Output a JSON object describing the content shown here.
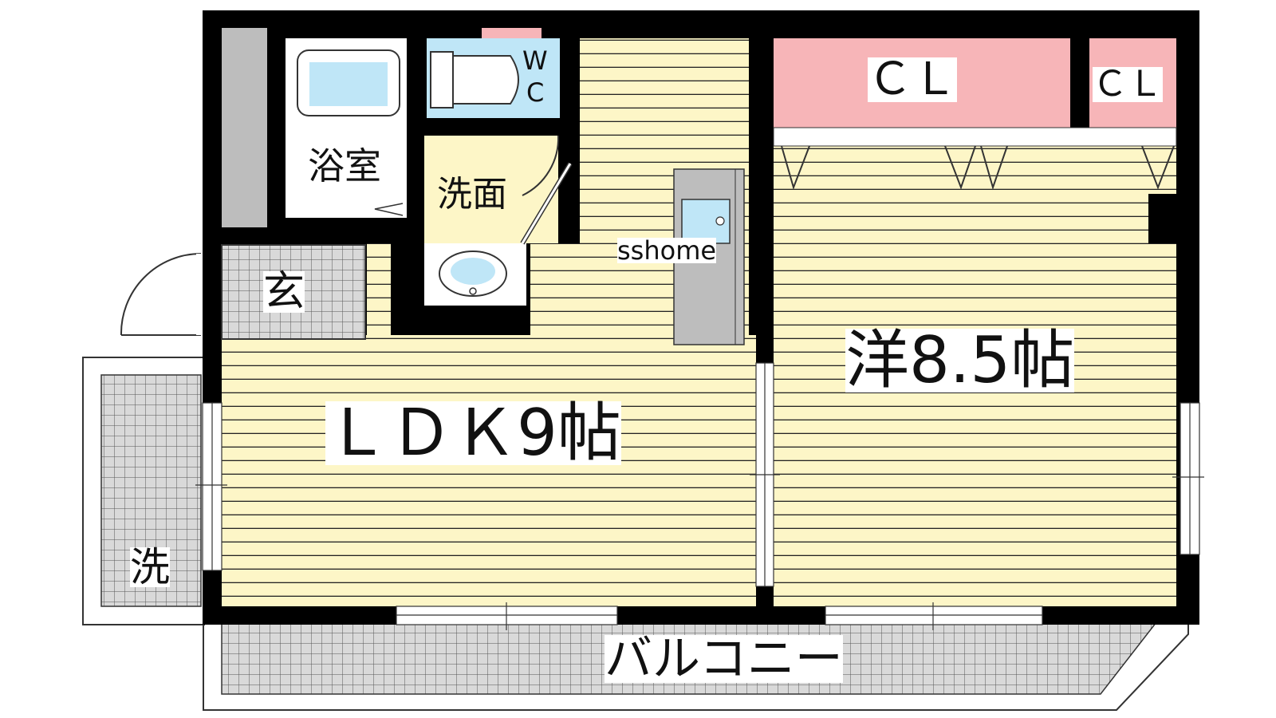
{
  "rooms": {
    "ldk": "ＬＤＫ9帖",
    "western": "洋8.5帖",
    "closet_large": "ＣＬ",
    "closet_small": "ＣＬ",
    "bath": "浴室",
    "washroom": "洗面",
    "toilet_w": "W",
    "toilet_c": "C",
    "entrance": "玄",
    "laundry": "洗",
    "balcony": "バルコニー"
  },
  "watermark": "sshome",
  "colors": {
    "floor": "#fdf6c7",
    "floor_lines": "#222222",
    "wall": "#000000",
    "closet": "#f7b5b8",
    "water": "#bfe6f7",
    "tile": "#d9d9d9",
    "partition": "#bdbdbd"
  }
}
